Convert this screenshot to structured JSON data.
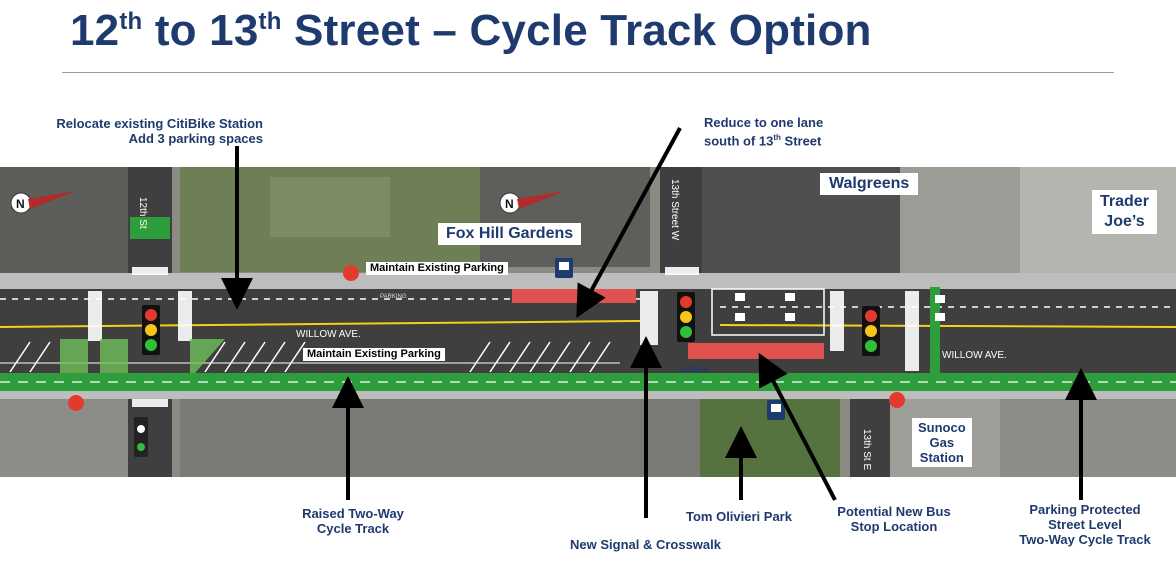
{
  "slide": {
    "title_parts": [
      "12",
      "th",
      " to 13",
      "th",
      " Street – Cycle Track Option"
    ]
  },
  "callouts": {
    "citibike": [
      "Relocate existing CitiBike Station",
      "Add 3 parking spaces"
    ],
    "one_lane": [
      "Reduce to one lane",
      "south of 13",
      "th",
      " Street"
    ],
    "raised_track": [
      "Raised Two-Way",
      "Cycle Track"
    ],
    "new_signal": "New Signal & Crosswalk",
    "park": "Tom Olivieri Park",
    "bus_stop": [
      "Potential New Bus",
      "Stop Location"
    ],
    "parking_protected": [
      "Parking Protected",
      "Street Level",
      "Two-Way Cycle Track"
    ]
  },
  "places": {
    "fox_hill": "Fox Hill Gardens",
    "walgreens": "Walgreens",
    "trader_joes": [
      "Trader",
      "Joe’s"
    ],
    "sunoco": [
      "Sunoco",
      "Gas",
      "Station"
    ]
  },
  "tags": {
    "maintain_top": "Maintain Existing Parking",
    "maintain_mid": "Maintain Existing Parking"
  },
  "map_labels": {
    "street_12": "12th St",
    "street_13_w": "13th Street W",
    "street_13_e": "13th St E",
    "willow_w": "WILLOW AVE.",
    "willow_e": "WILLOW AVE.",
    "parking": "PARKING",
    "north": "N",
    "citibike": "citibike"
  },
  "colors": {
    "title": "#1f3a6e",
    "cycle_track": "#2e9e3c",
    "bus_zone": "#e0524f",
    "road": "#3f3f3f",
    "sidewalk": "#bdbdbd",
    "centerline": "#f2d21b"
  }
}
